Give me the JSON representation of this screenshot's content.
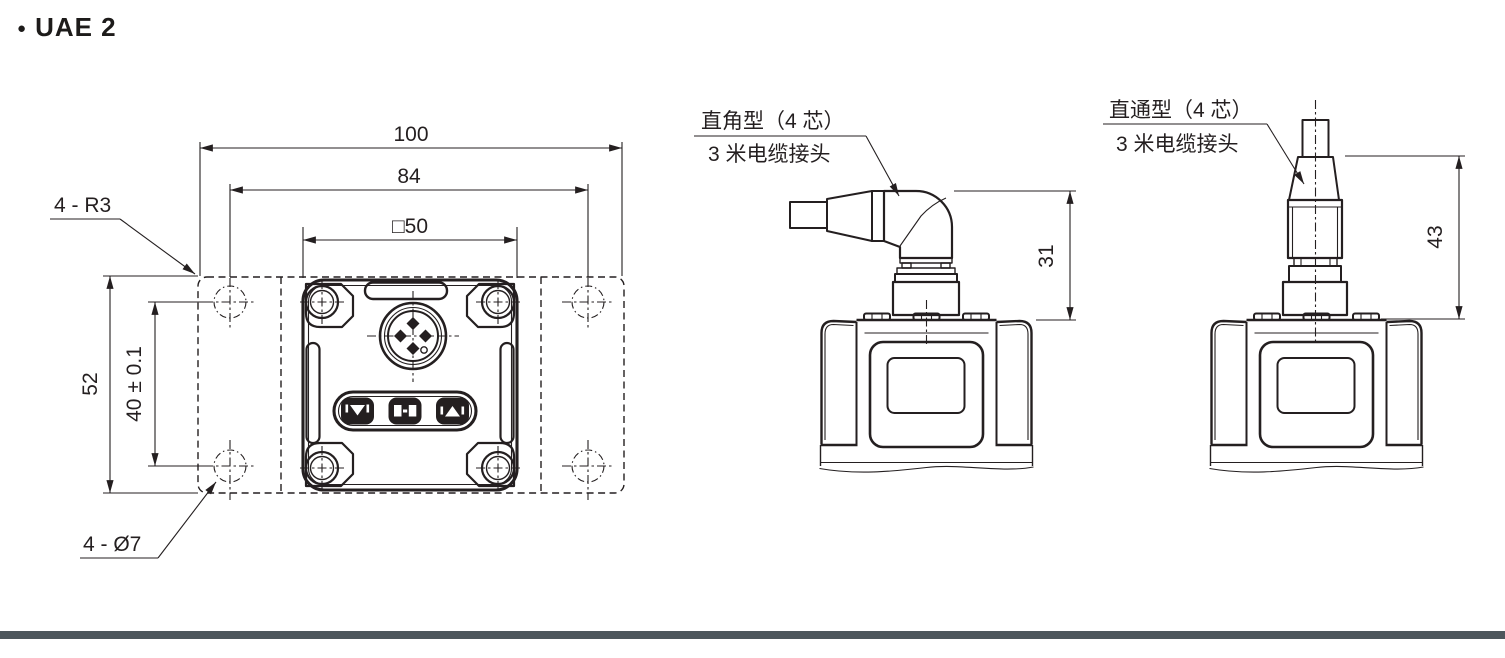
{
  "title": {
    "bullet": "●",
    "text": "UAE 2"
  },
  "front_view": {
    "dim_overall_width": "100",
    "dim_hole_spacing_h": "84",
    "dim_body_square": "□50",
    "dim_overall_height": "52",
    "dim_hole_spacing_v": "40 ± 0.1",
    "label_corner_radius": "4 - R3",
    "label_hole_diameter": "4 - Ø7"
  },
  "right_angle_view": {
    "label_type": "直角型（4 芯）",
    "label_cable": "3 米电缆接头",
    "dim_height": "31"
  },
  "straight_view": {
    "label_type": "直通型（4 芯）",
    "label_cable": "3 米电缆接头",
    "dim_height": "43"
  },
  "colors": {
    "line": "#241f20",
    "footer_bar": "#4d565c",
    "background": "#ffffff"
  }
}
